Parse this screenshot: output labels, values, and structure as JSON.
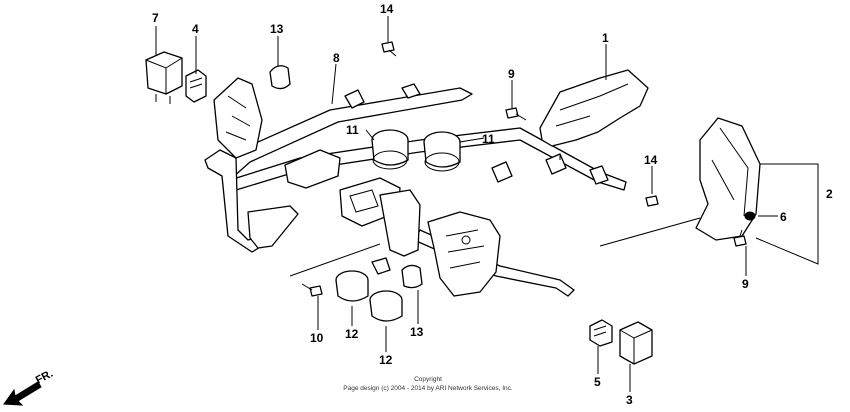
{
  "callouts": [
    "1",
    "2",
    "3",
    "4",
    "5",
    "6",
    "7",
    "8",
    "9",
    "9",
    "10",
    "11",
    "11",
    "12",
    "12",
    "13",
    "13",
    "14",
    "14"
  ],
  "copyright": {
    "line1": "Copyright",
    "line2": "Page design (c) 2004 - 2014 by ARI Network Services, Inc."
  },
  "direction": {
    "label": "FR.",
    "icon": "arrow-down-left-icon"
  }
}
